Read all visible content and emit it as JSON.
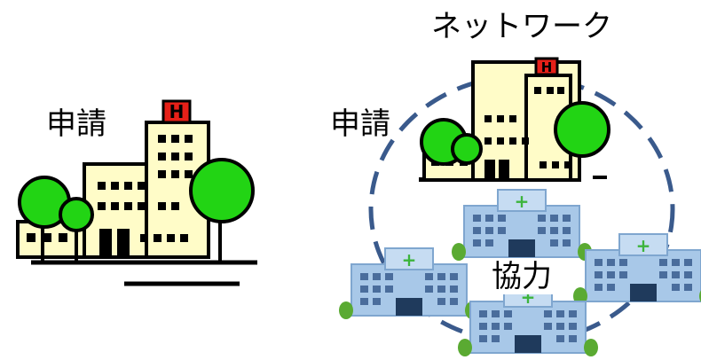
{
  "labels": {
    "network": "ネットワーク",
    "apply_left": "申請",
    "apply_right": "申請",
    "cooperation": "協力"
  },
  "hospital_sign": "H",
  "colors": {
    "building_fill": "#fffcc8",
    "outline": "#000000",
    "tree_green": "#22d414",
    "sign_red": "#e62018",
    "circle_dash": "#3a5a8c",
    "hospital_blue": "#a8c8e8",
    "hospital_window": "#4a6d9c",
    "cross_green": "#3cb43c",
    "bush_green": "#5aaa32"
  },
  "icons": [
    "applicant-hospital-icon",
    "network-hospital-icon",
    "partner-hospital-icon"
  ]
}
